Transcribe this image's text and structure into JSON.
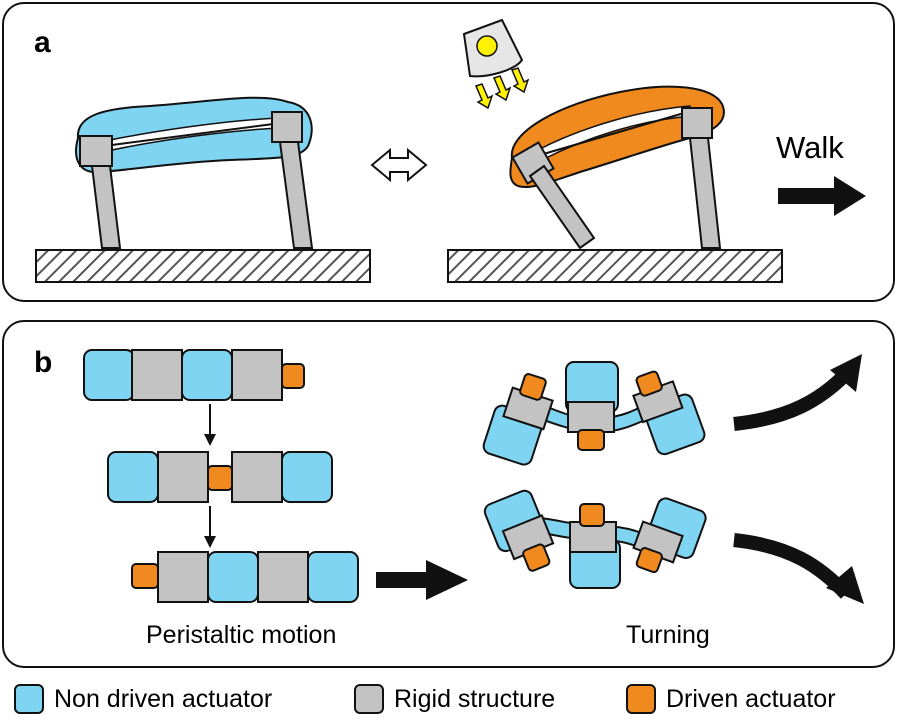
{
  "panels": {
    "a": {
      "letter": "a",
      "walk_label": "Walk"
    },
    "b": {
      "letter": "b",
      "peristaltic_label": "Peristaltic motion",
      "turning_label": "Turning"
    }
  },
  "legend": [
    {
      "label": "Non driven actuator",
      "color": "#7fd4f2"
    },
    {
      "label": "Rigid structure",
      "color": "#c3c3c3"
    },
    {
      "label": "Driven actuator",
      "color": "#f08a1e"
    }
  ],
  "colors": {
    "non_driven": "#7fd4f2",
    "rigid": "#c3c3c3",
    "driven": "#f08a1e",
    "light": "#fff200",
    "outline": "#111111"
  },
  "icons": [
    "lamp-icon",
    "bidirectional-arrow-icon",
    "right-arrow-icon",
    "down-arrow-icon",
    "curved-arrow-icon"
  ]
}
